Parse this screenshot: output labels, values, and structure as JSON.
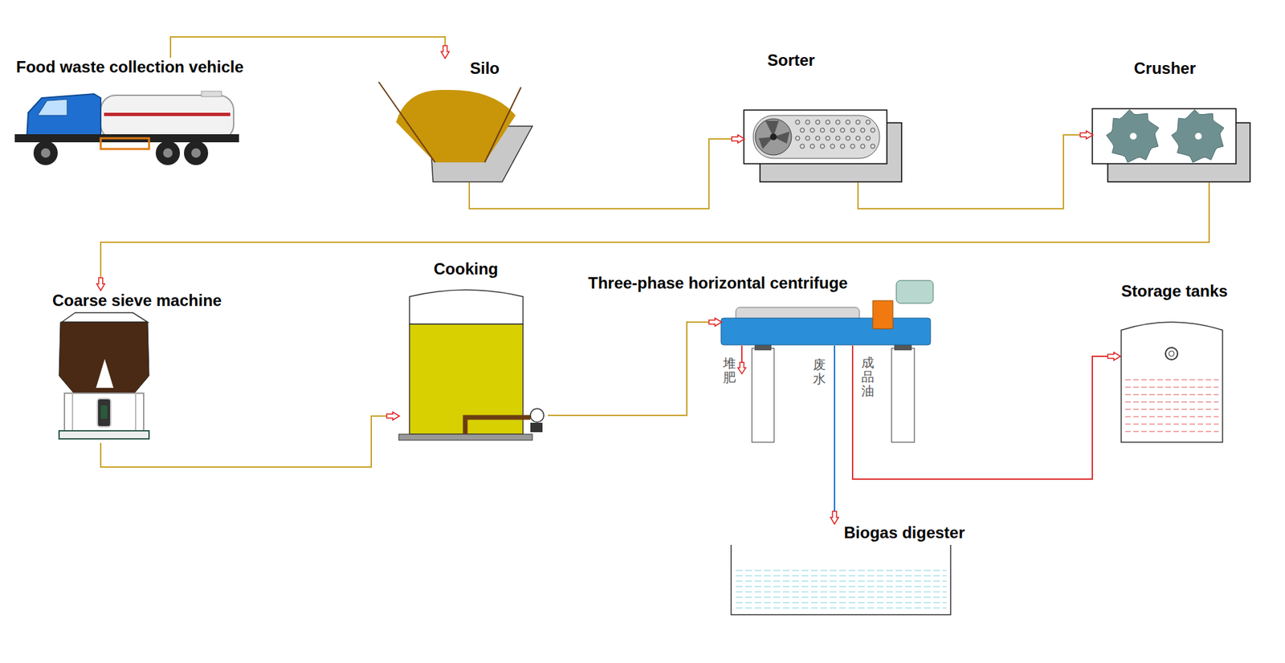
{
  "diagram": {
    "nodes": [
      {
        "text": [
          "Food waste collection vehicle"
        ]
      },
      {
        "text": [
          "Silo"
        ]
      },
      {
        "text": [
          "Sorter"
        ]
      },
      {
        "text": [
          "Crusher"
        ]
      },
      {
        "text": [
          "Coarse sieve machine"
        ]
      },
      {
        "text": [
          "Cooking"
        ]
      },
      {
        "text": [
          "Three-phase horizontal centrifuge"
        ]
      },
      {
        "text": [
          "Storage tanks"
        ]
      },
      {
        "text": [
          "Biogas digester"
        ]
      }
    ],
    "edges": [
      {
        "from": 0,
        "to": 1,
        "arrow": "to"
      },
      {
        "from": 1,
        "to": 2,
        "arrow": "to"
      },
      {
        "from": 2,
        "to": 3,
        "arrow": "to"
      },
      {
        "from": 3,
        "to": 4,
        "arrow": "to"
      },
      {
        "from": 4,
        "to": 5,
        "arrow": "to"
      },
      {
        "from": 5,
        "to": 6,
        "arrow": "to"
      },
      {
        "from": 6,
        "to": 7,
        "label": "成品油",
        "arrow": "to"
      },
      {
        "from": 6,
        "to": 8,
        "label": "废水",
        "arrow": "to"
      }
    ],
    "labels": [
      "堆肥"
    ]
  }
}
